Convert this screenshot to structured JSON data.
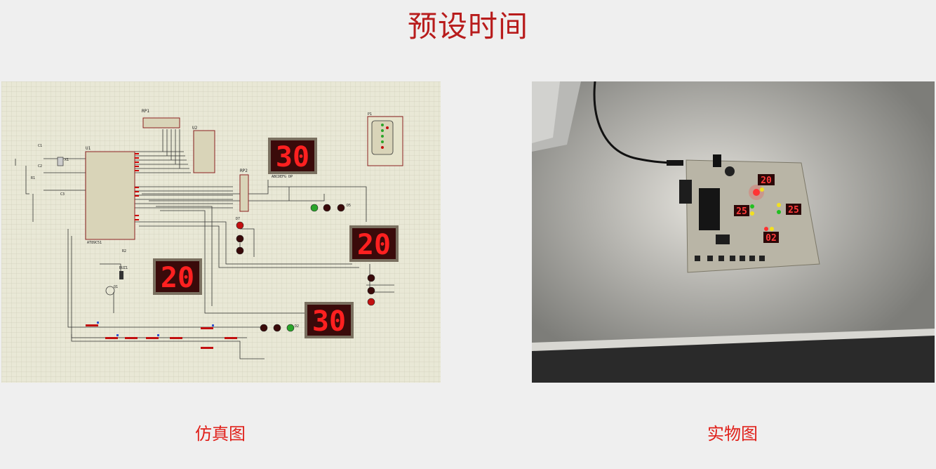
{
  "page": {
    "title": "预设时间"
  },
  "figures": {
    "simulation": {
      "caption": "仿真图",
      "components": {
        "rp1": "RP1",
        "u2": "U2",
        "rp2": "RP2",
        "u1": "U1",
        "u1_part": "AT89C51",
        "x1": "X1",
        "c1": "C1",
        "c2": "C2",
        "c3": "C3",
        "r1": "R1",
        "r2": "R2",
        "buz": "BUZ1",
        "q1": "Q1",
        "d7": "D7",
        "d5": "D5",
        "d2": "D2",
        "p1": "P1",
        "seg_pins": "ABCDEFG DP"
      },
      "displays": [
        {
          "id": "seg-top-center",
          "value": "30"
        },
        {
          "id": "seg-mid-right",
          "value": "20"
        },
        {
          "id": "seg-mid-left",
          "value": "20"
        },
        {
          "id": "seg-bottom-center",
          "value": "30"
        }
      ],
      "colors": {
        "led_red": "#c21010",
        "led_green": "#2aa52a",
        "seg_on": "#ff2020",
        "seg_bg": "#3a0a0a"
      }
    },
    "photo": {
      "caption": "实物图",
      "displays": [
        {
          "id": "photo-seg-top",
          "value": "20"
        },
        {
          "id": "photo-seg-left",
          "value": "25"
        },
        {
          "id": "photo-seg-right",
          "value": "25"
        },
        {
          "id": "photo-seg-bottom",
          "value": "02"
        }
      ]
    }
  }
}
